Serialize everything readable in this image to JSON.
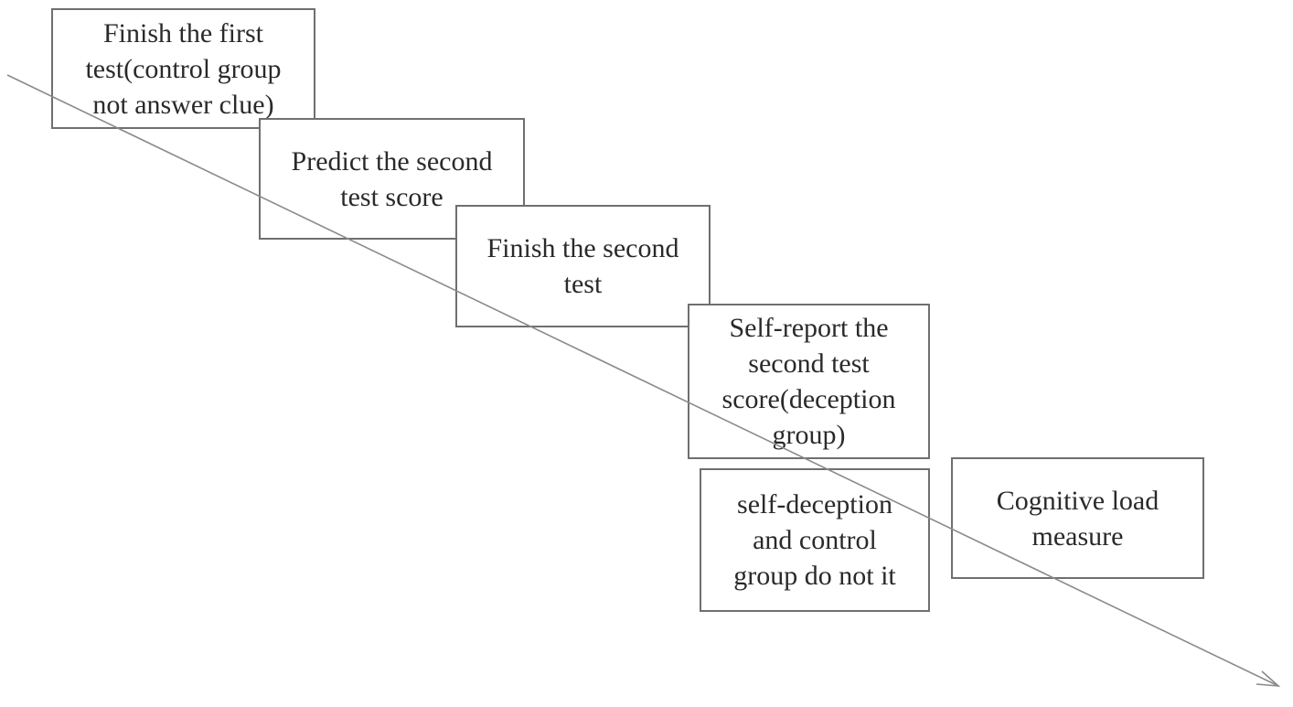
{
  "diagram": {
    "steps": [
      {
        "id": "step1",
        "text": "Finish the first\ntest(control group\nnot answer clue)"
      },
      {
        "id": "step2",
        "text": "Predict the second\ntest  score"
      },
      {
        "id": "step3",
        "text": "Finish the second\ntest"
      },
      {
        "id": "step4",
        "text": "Self-report the\nsecond test\nscore(deception\ngroup)"
      },
      {
        "id": "step5",
        "text": "self-deception\nand control\ngroup do not it"
      },
      {
        "id": "step6",
        "text": "Cognitive load\nmeasure"
      }
    ],
    "colors": {
      "border": "#6f6f6f",
      "arrow": "#8a8a8a",
      "text": "#2a2a2a"
    }
  }
}
